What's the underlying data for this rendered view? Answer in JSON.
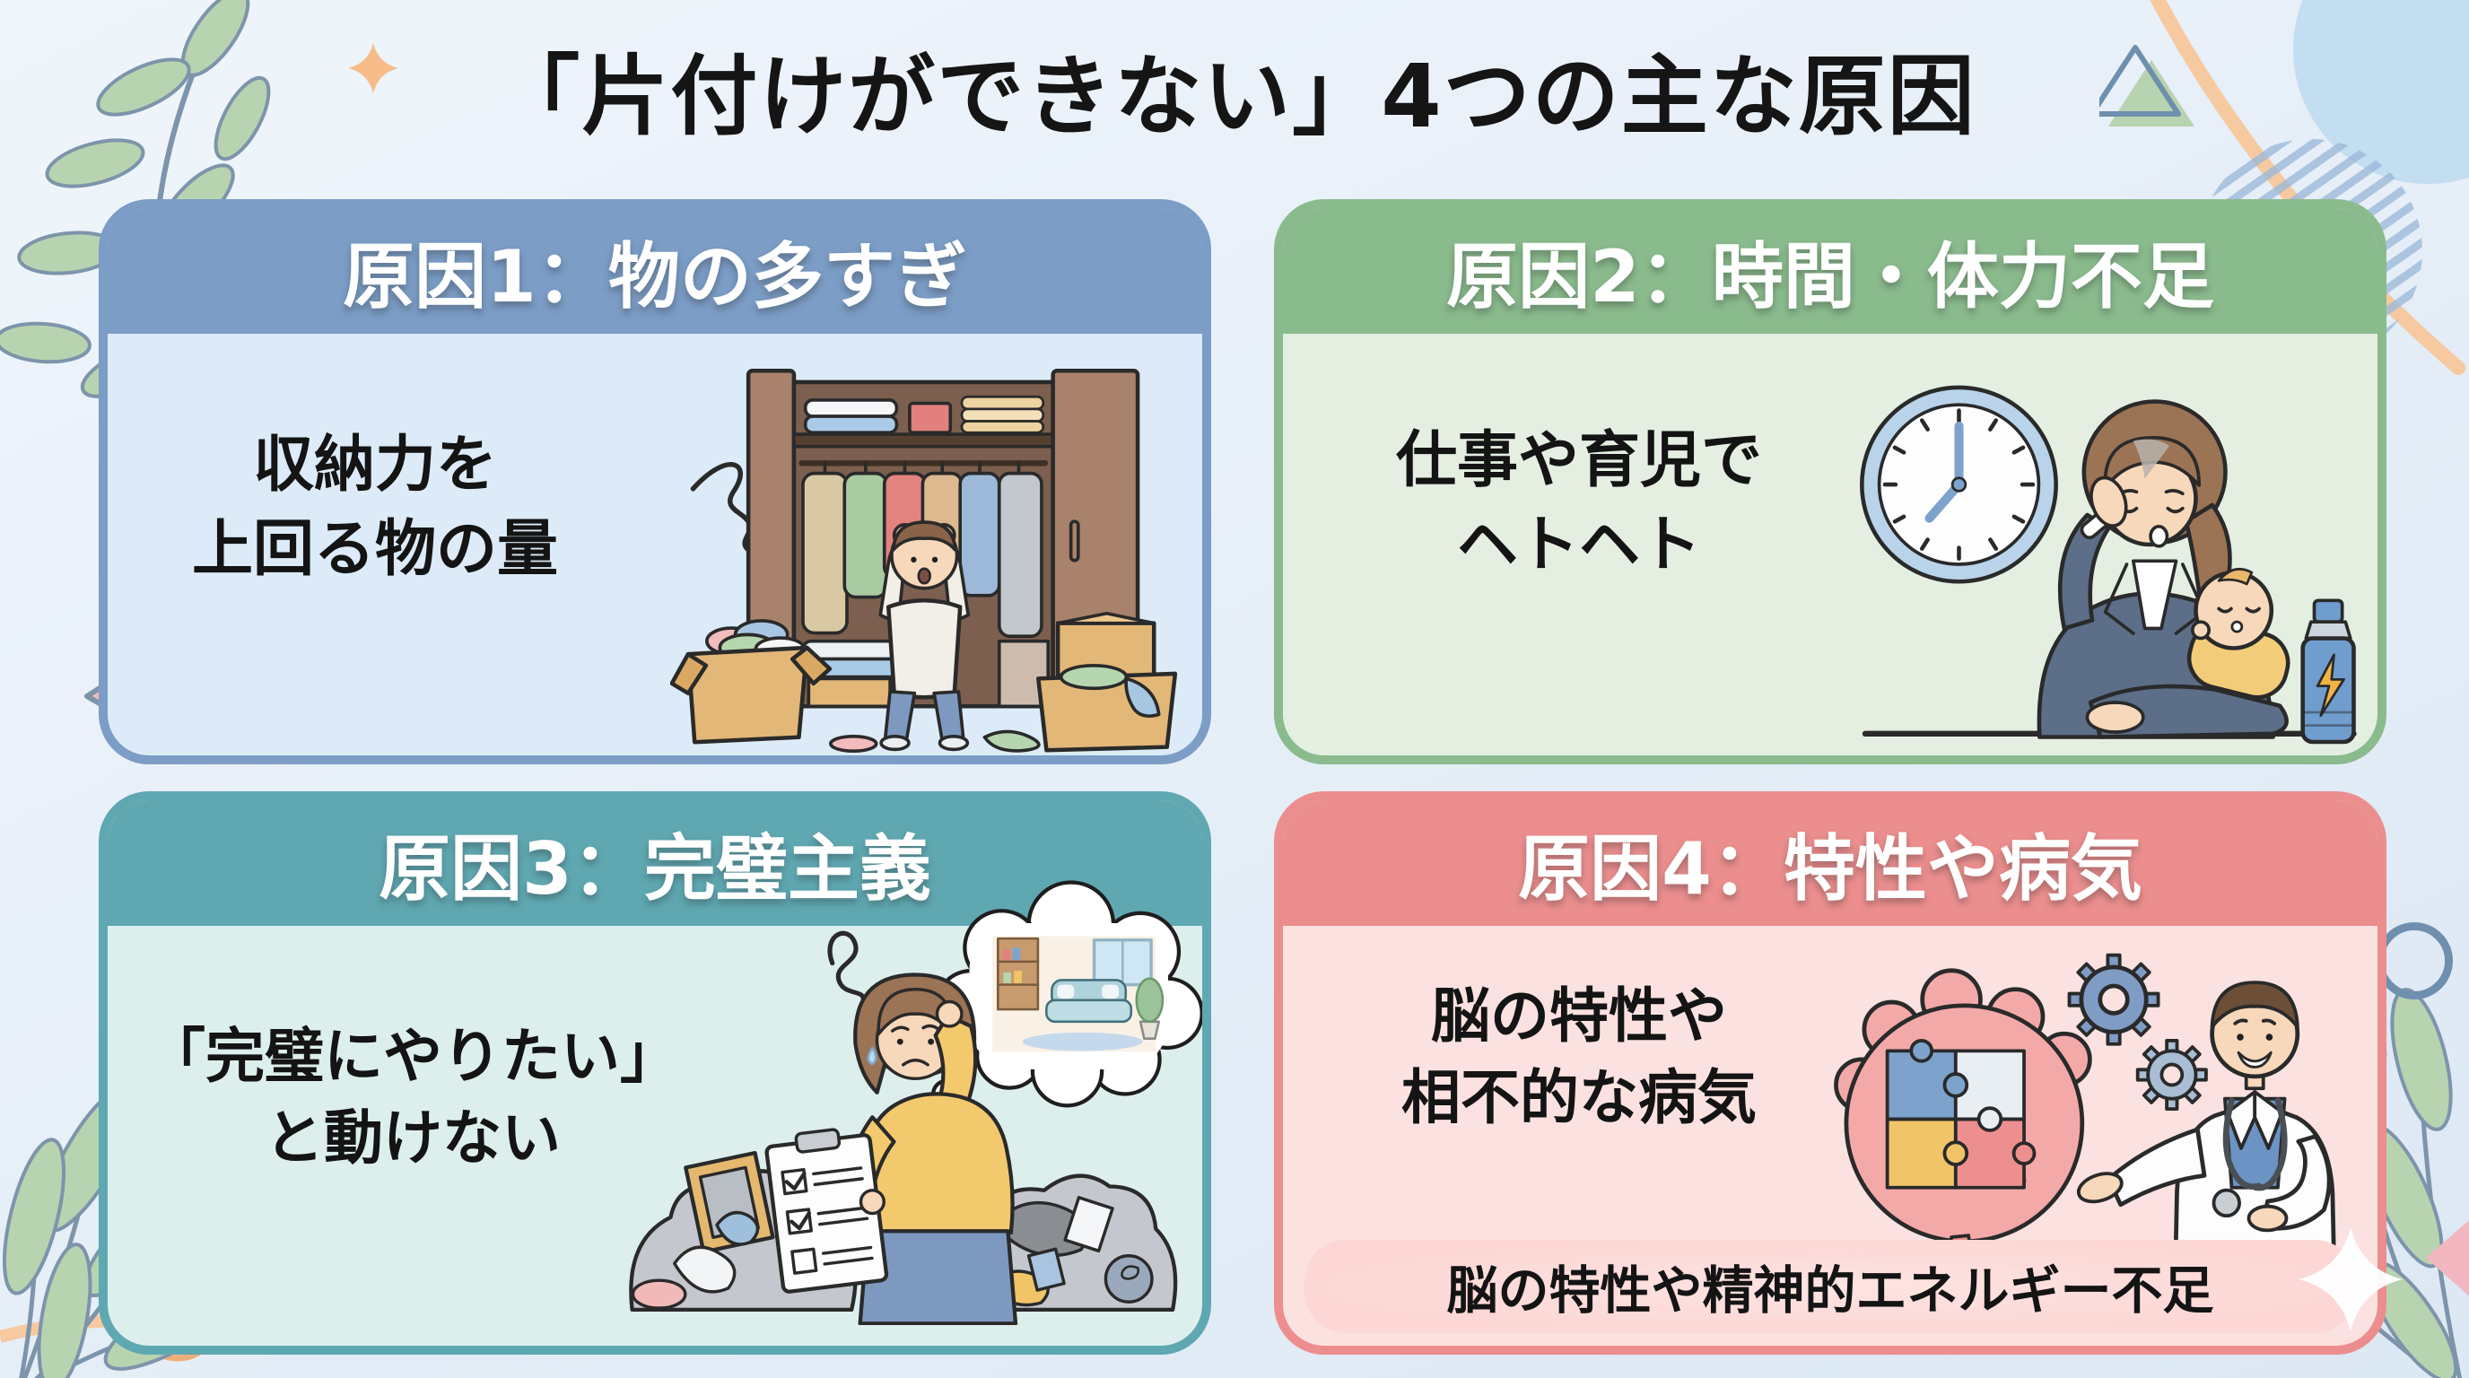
{
  "page": {
    "title": "「片付けができない」4つの主な原因"
  },
  "cards": [
    {
      "number": "1",
      "header": "原因1：物の多すぎ",
      "body_line1": "収納力を",
      "body_line2": "上回る物の量",
      "illustration": "messy-closet-stressed-person",
      "accent_color": "#7b9dc6",
      "body_color": "#dcebf7"
    },
    {
      "number": "2",
      "header": "原因2：時間・体力不足",
      "body_line1": "仕事や育児で",
      "body_line2": "ヘトヘト",
      "illustration": "tired-parent-clock-baby-energy-drink",
      "accent_color": "#8abb8d",
      "body_color": "#e4efe1"
    },
    {
      "number": "3",
      "header": "原因3：完璧主義",
      "body_line1": "「完璧にやりたい」",
      "body_line2": "と動けない",
      "illustration": "perfectionist-checklist-clutter-thought-bubble",
      "accent_color": "#5fa8b2",
      "body_color": "#ddefed"
    },
    {
      "number": "4",
      "header": "原因4：特性や病気",
      "body_line1": "脳の特性や",
      "body_line2": "相不的な病気",
      "footer": "脳の特性や精神的エネルギー不足",
      "illustration": "brain-puzzle-gears-doctor",
      "accent_color": "#ec8e8e",
      "body_color": "#fbe2e0",
      "footer_color": "#fcd7d5"
    }
  ],
  "decorations": {
    "top_left": [
      "leaf-branch",
      "orange-sparkle"
    ],
    "top_right": [
      "triangle-pair",
      "orange-arc",
      "solid-blue-circle",
      "striped-circle"
    ],
    "left_edge": [
      "pink-triangle"
    ],
    "bottom_left": [
      "leaf-cluster",
      "orange-dot-on-line"
    ],
    "right_edge": [
      "blue-ring",
      "pink-edge-triangle"
    ],
    "bottom_right": [
      "leaf-cluster",
      "white-sparkle"
    ]
  },
  "colors": {
    "background": "#e7eff8",
    "title_text": "#151515",
    "leaf_green": "#b8d3b0",
    "outline_blue": "#7d94ab",
    "accent_orange": "#f6c9a0"
  }
}
